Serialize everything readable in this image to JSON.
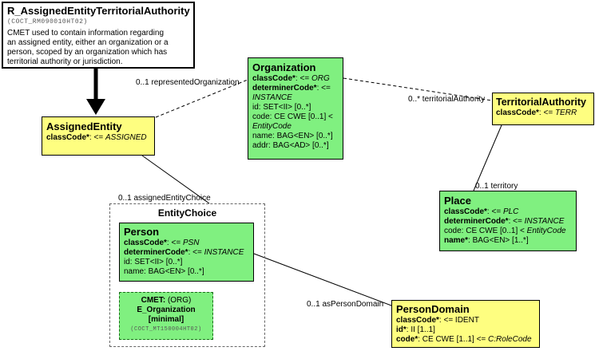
{
  "root": {
    "title": "R_AssignedEntityTerritorialAuthority",
    "id": "(COCT_RM090010HT02)",
    "description": [
      "CMET used to contain information regarding",
      "an assigned entity, either an organization or a",
      "person, scoped by an organization which has",
      "territorial authority or jurisdiction."
    ]
  },
  "assignedEntity": {
    "title": "AssignedEntity",
    "attrs": [
      {
        "name": "classCode*",
        "rest": ": <= ",
        "val": "ASSIGNED"
      }
    ]
  },
  "organization": {
    "title": "Organization",
    "classCode": {
      "name": "classCode*",
      "rest": ": <= ",
      "val": "ORG"
    },
    "determinerCode": {
      "name": "determinerCode*",
      "rest": ": <= ",
      "val": "INSTANCE"
    },
    "id": "id: SET<II> [0..*]",
    "code": {
      "pre": "code: CE CWE [0..1] < ",
      "val": "EntityCode"
    },
    "name": "name: BAG<EN> [0..*]",
    "addr": "addr: BAG<AD> [0..*]"
  },
  "territorialAuthority": {
    "title": "TerritorialAuthority",
    "classCode": {
      "name": "classCode*",
      "rest": ": <= ",
      "val": "TERR"
    }
  },
  "place": {
    "title": "Place",
    "classCode": {
      "name": "classCode*",
      "rest": ": <= ",
      "val": "PLC"
    },
    "determinerCode": {
      "name": "determinerCode*",
      "rest": ": <= ",
      "val": "INSTANCE"
    },
    "code": {
      "pre": "code: CE CWE [0..1] < ",
      "val": "EntityCode"
    },
    "name": {
      "name": "name*",
      "rest": ": BAG<EN> [1..*]"
    }
  },
  "entityChoice": {
    "title": "EntityChoice"
  },
  "person": {
    "title": "Person",
    "classCode": {
      "name": "classCode*",
      "rest": ": <= ",
      "val": "PSN"
    },
    "determinerCode": {
      "name": "determinerCode*",
      "rest": ": <= ",
      "val": "INSTANCE"
    },
    "id": "id: SET<II> [0..*]",
    "name": "name: BAG<EN> [0..*]"
  },
  "cmet": {
    "line1": "CMET:",
    "line1b": " (ORG)",
    "line2": "E_Organization",
    "line3": "[minimal]",
    "id": "(COCT_MT150004HT02)"
  },
  "personDomain": {
    "title": "PersonDomain",
    "classCode": {
      "name": "classCode*",
      "rest": ": <= IDENT"
    },
    "id": {
      "name": "id*",
      "rest": ": II [1..1]"
    },
    "code": {
      "name": "code*",
      "rest": ": CE CWE [1..1] <= ",
      "val": "C:RoleCode"
    }
  },
  "labels": {
    "representedOrganization": "0..1 representedOrganization",
    "territorialAuthority": "0..* territorialAuthority",
    "territory": "0..1 territory",
    "assignedEntityChoice": "0..1 assignedEntityChoice",
    "asPersonDomain": "0..1 asPersonDomain"
  }
}
